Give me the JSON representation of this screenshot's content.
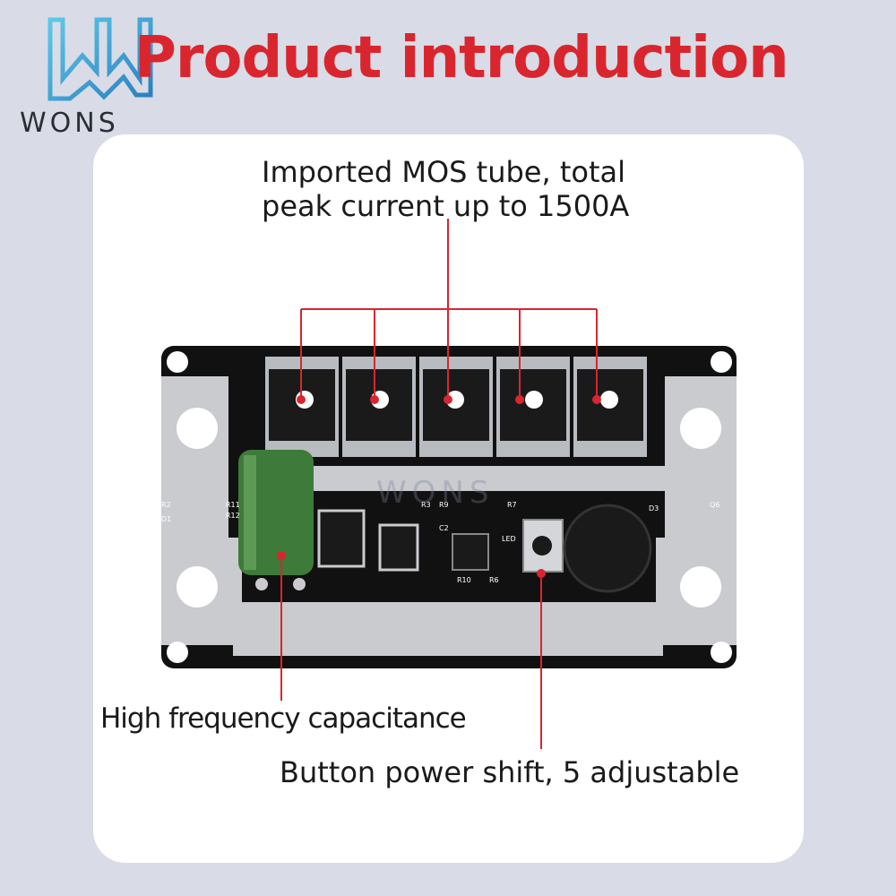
{
  "brand": {
    "logo_text": "WONS",
    "watermark_text": "WONS"
  },
  "header": {
    "title": "Product introduction"
  },
  "callouts": {
    "mos": "Imported MOS tube, total peak current up to 1500A",
    "capacitance": "High frequency capacitance",
    "button": "Button power shift, 5 adjustable"
  },
  "board_labels": {
    "r2": "R2",
    "d1": "D1",
    "r11": "R11",
    "r12": "R12",
    "r3": "R3",
    "r9": "R9",
    "c2": "C2",
    "r7": "R7",
    "led": "LED",
    "r10": "R10",
    "r6": "R6",
    "d3": "D3",
    "q6": "Q6"
  },
  "colors": {
    "accent": "#d9262e",
    "board": "#111111",
    "pad": "#c9cbcf",
    "capacitor": "#3e7a3a",
    "logo_blue": "#3aa5d6"
  }
}
